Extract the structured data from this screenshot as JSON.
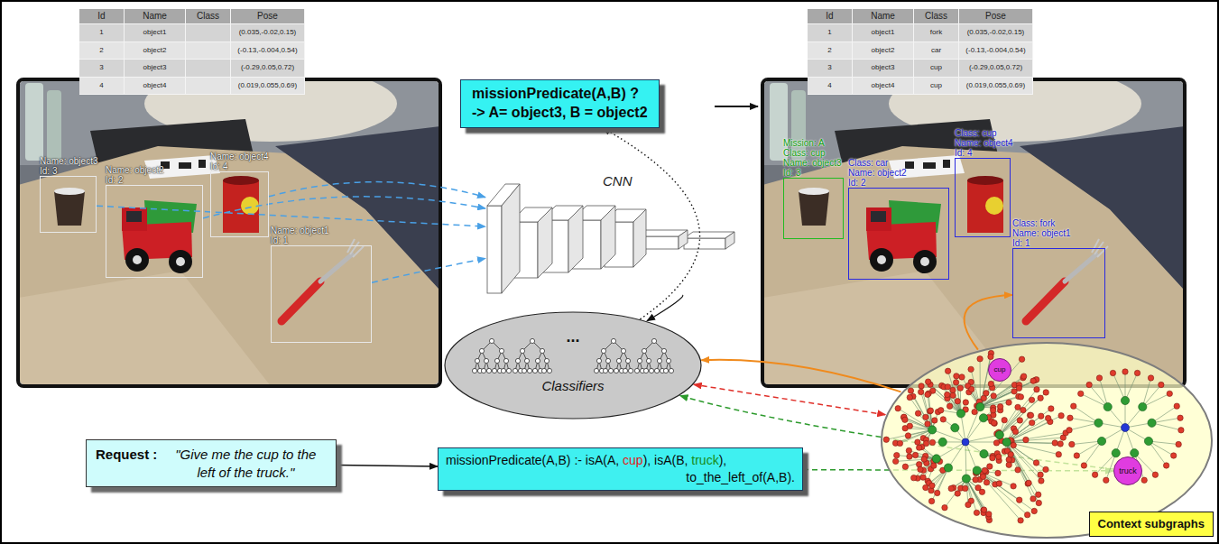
{
  "diagram": {
    "nodes": [
      {
        "text": [
          "Name: object3",
          "Id: 3"
        ]
      },
      {
        "text": [
          "Name: object2",
          "Id: 2"
        ]
      },
      {
        "text": [
          "Name: object4",
          "Id: 4"
        ]
      },
      {
        "text": [
          "Name: object1",
          "Id: 1"
        ]
      },
      {
        "text": [
          "CNN"
        ]
      },
      {
        "text": [
          "...",
          "Classifiers"
        ]
      },
      {
        "text": [
          "missionPredicate(A,B) ?",
          "-> A= object3, B = object2"
        ]
      },
      {
        "text": [
          "Request :",
          "\"Give me the cup to the left of the truck.\""
        ]
      },
      {
        "text": [
          "missionPredicate(A,B) :- isA(A, cup), isA(B, truck), to_the_left_of(A,B)."
        ]
      },
      {
        "text": [
          "Mission: A",
          "Class: cup",
          "Name: object3",
          "Id: 3"
        ]
      },
      {
        "text": [
          "Class: car",
          "Name: object2",
          "Id: 2"
        ]
      },
      {
        "text": [
          "Class: cup",
          "Name: object4",
          "Id: 4"
        ]
      },
      {
        "text": [
          "Class: fork",
          "Name: object1",
          "Id: 1"
        ]
      },
      {
        "text": [
          "Context subgraphs"
        ]
      },
      {
        "text": [
          "cup"
        ],
        "in": 13
      },
      {
        "text": [
          "truck"
        ],
        "in": 13
      }
    ],
    "edges": [
      {
        "from": 0,
        "to": 4,
        "arrow": "to"
      },
      {
        "from": 1,
        "to": 4,
        "arrow": "to"
      },
      {
        "from": 2,
        "to": 4,
        "arrow": "to"
      },
      {
        "from": 3,
        "to": 4,
        "arrow": "to"
      },
      {
        "from": 4,
        "to": 5,
        "arrow": "to"
      },
      {
        "from": 5,
        "to": 6,
        "arrow": "to"
      },
      {
        "from": 7,
        "to": 8,
        "arrow": "to"
      },
      {
        "from": 8,
        "to": 15,
        "arrow": "to"
      },
      {
        "from": 15,
        "to": 5,
        "arrow": "to"
      },
      {
        "from": 13,
        "to": 5,
        "arrow": "both"
      },
      {
        "from": 13,
        "to": 5,
        "arrow": "to"
      },
      {
        "from": 13,
        "to": 12,
        "arrow": "to"
      }
    ],
    "labels": [
      "Id",
      "Name",
      "Class",
      "Pose",
      "1",
      "object1",
      "(0.035,-0.02,0.15)",
      "2",
      "object2",
      "(-0.13,-0.004,0.54)",
      "3",
      "object3",
      "(-0.29,0.05,0.72)",
      "4",
      "object4",
      "(0.019,0.055,0.69)",
      "Id",
      "Name",
      "Class",
      "Pose",
      "1",
      "object1",
      "fork",
      "(0.035,-0.02,0.15)",
      "2",
      "object2",
      "car",
      "(-0.13,-0.004,0.54)",
      "3",
      "object3",
      "cup",
      "(-0.29,0.05,0.72)",
      "4",
      "object4",
      "cup",
      "(0.019,0.055,0.69)"
    ]
  }
}
